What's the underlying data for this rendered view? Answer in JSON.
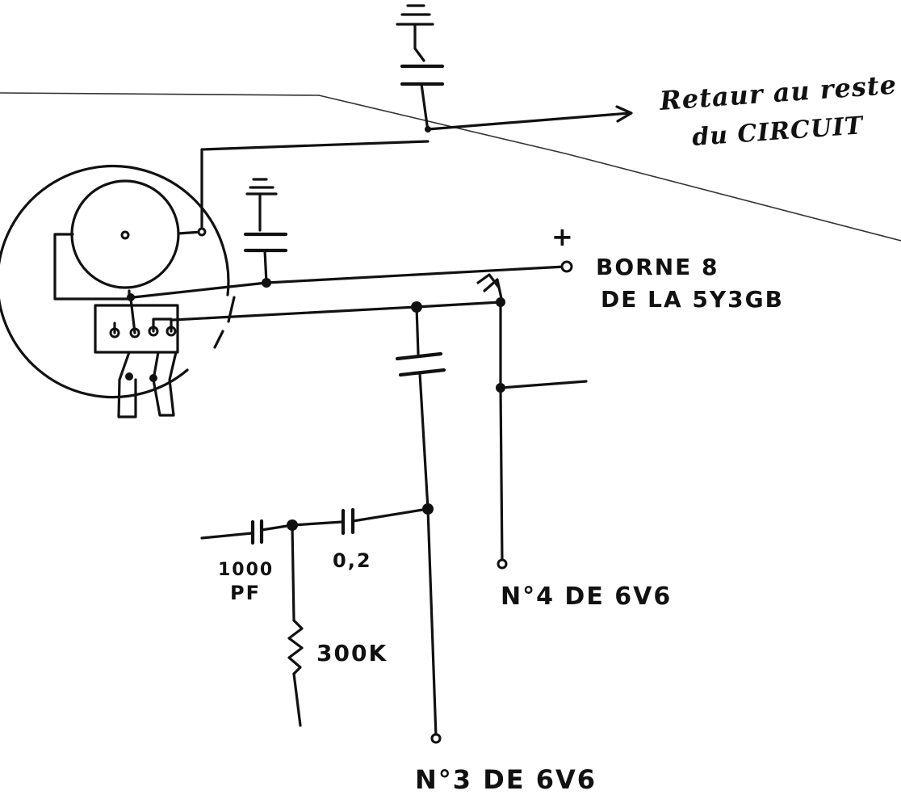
{
  "labels": {
    "return_line1": "Retaur au reste",
    "return_line2": "du CIRCUIT",
    "plus": "+",
    "borne_line1": "BORNE 8",
    "borne_line2": "DE LA 5Y3GB",
    "cap_1000_line1": "1000",
    "cap_1000_line2": "PF",
    "cap_02": "0,2",
    "resistor_300k": "300K",
    "pin4_label": "N°4 DE 6V6",
    "pin3_label": "N°3 DE 6V6"
  }
}
